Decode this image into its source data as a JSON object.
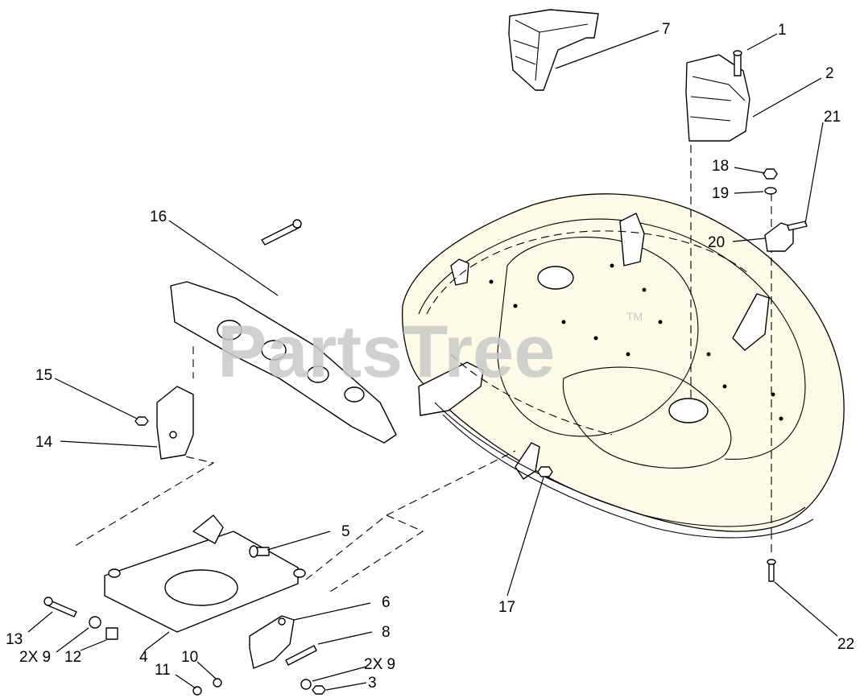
{
  "watermark": {
    "text": "PartsTree",
    "trademark": "TM"
  },
  "callouts": [
    {
      "id": "1",
      "text": "1"
    },
    {
      "id": "2",
      "text": "2"
    },
    {
      "id": "3",
      "text": "3"
    },
    {
      "id": "4",
      "text": "4"
    },
    {
      "id": "5",
      "text": "5"
    },
    {
      "id": "6",
      "text": "6"
    },
    {
      "id": "7",
      "text": "7"
    },
    {
      "id": "8",
      "text": "8"
    },
    {
      "id": "9a",
      "text": "2X 9"
    },
    {
      "id": "9b",
      "text": "2X 9"
    },
    {
      "id": "10",
      "text": "10"
    },
    {
      "id": "11",
      "text": "11"
    },
    {
      "id": "12",
      "text": "12"
    },
    {
      "id": "13",
      "text": "13"
    },
    {
      "id": "14",
      "text": "14"
    },
    {
      "id": "15",
      "text": "15"
    },
    {
      "id": "16",
      "text": "16"
    },
    {
      "id": "17",
      "text": "17"
    },
    {
      "id": "18",
      "text": "18"
    },
    {
      "id": "19",
      "text": "19"
    },
    {
      "id": "20",
      "text": "20"
    },
    {
      "id": "21",
      "text": "21"
    },
    {
      "id": "22",
      "text": "22"
    }
  ]
}
